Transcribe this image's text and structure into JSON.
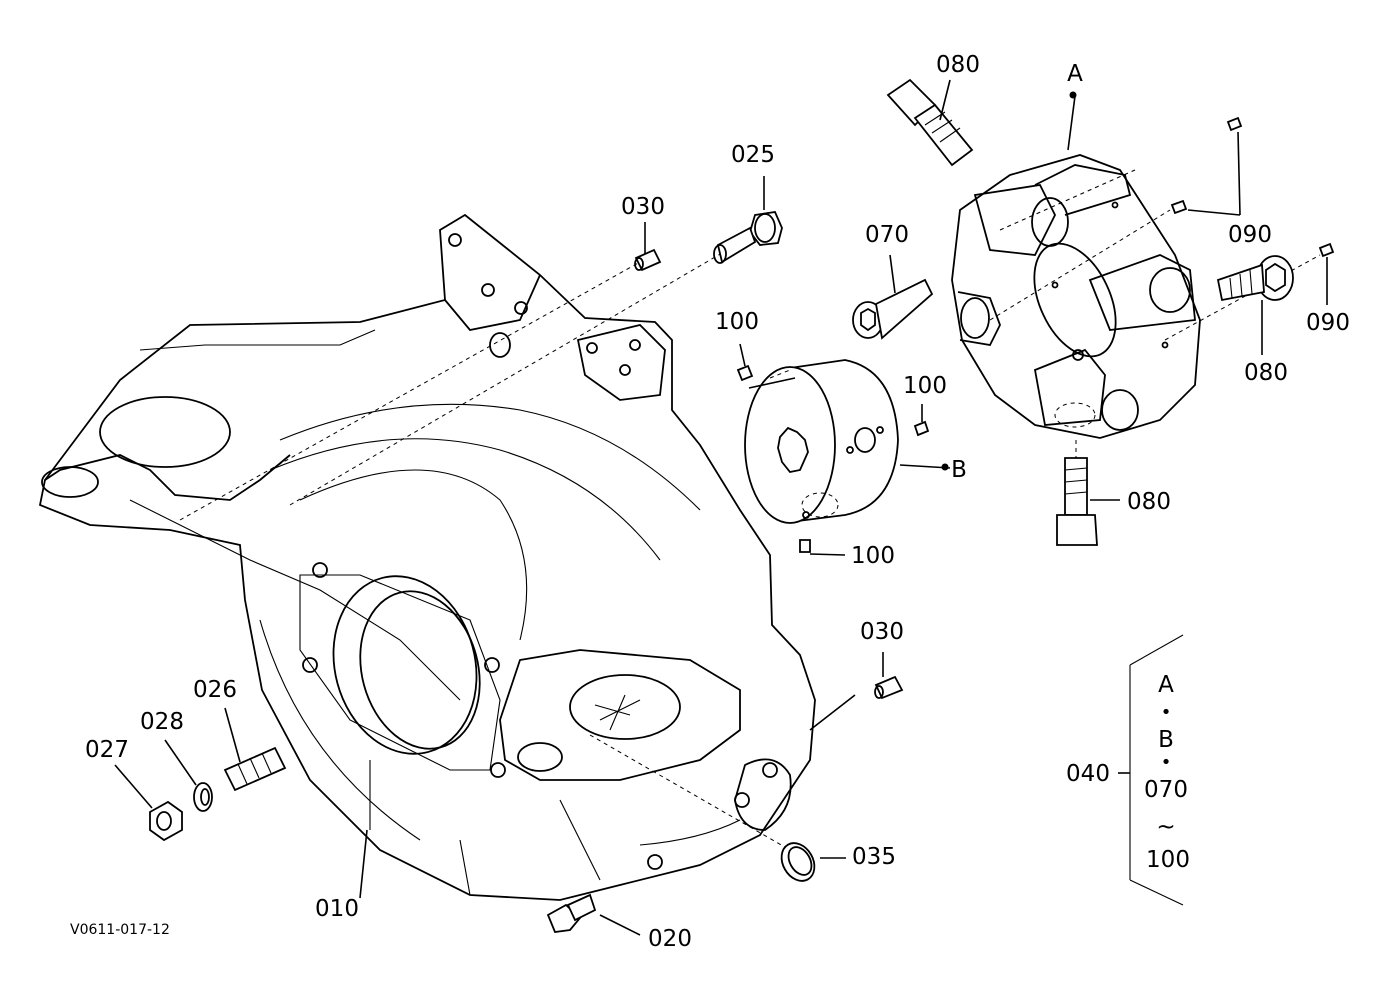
{
  "diagram": {
    "drawing_code": "V0611-017-12",
    "callouts": {
      "p010": "010",
      "p020": "020",
      "p025": "025",
      "p026": "026",
      "p027": "027",
      "p028": "028",
      "p030_top": "030",
      "p030_right": "030",
      "p035": "035",
      "p040": "040",
      "p070": "070",
      "p080_top": "080",
      "p080_right": "080",
      "p080_bottom": "080",
      "p090_top": "090",
      "p090_right": "090",
      "p100_left": "100",
      "p100_right": "100",
      "p100_bottom": "100"
    },
    "refs": {
      "a": "A",
      "b": "B"
    },
    "kit_legend": {
      "line1": "A",
      "dot1": "•",
      "line2": "B",
      "dot2": "•",
      "line3": "070",
      "tilde": "~",
      "line4": "100"
    }
  }
}
